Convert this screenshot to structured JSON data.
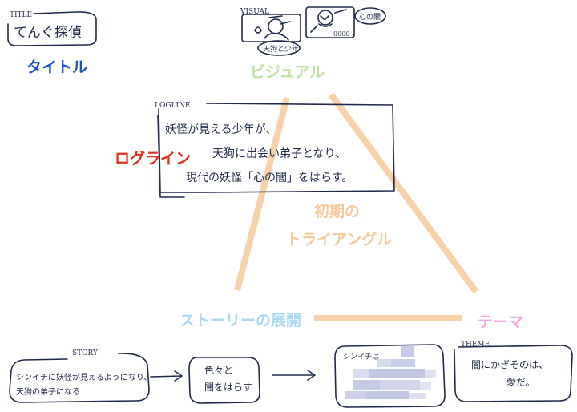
{
  "colors": {
    "title": "#1a4fd6",
    "visual": "#bde3a3",
    "logline": "#e0301e",
    "triangle": "#f6c99a",
    "story_dev": "#a9d8f2",
    "theme": "#f3a7df",
    "ink": "#1f2a4a",
    "blur": "#b7bde0"
  },
  "labels": {
    "title": "タイトル",
    "visual": "ビジュアル",
    "logline": "ログライン",
    "triangle_line1": "初期の",
    "triangle_line2": "トライアングル",
    "story_development": "ストーリーの展開",
    "theme": "テーマ"
  },
  "sketch": {
    "title_tag": "TITLE",
    "title_text": "てんぐ探偵",
    "visual_tag": "VISUAL",
    "visual_caption": "天狗と少年",
    "visual_bubble": "心の闇",
    "logline_tag": "LOGLINE",
    "logline_line1": "妖怪が見える少年が、",
    "logline_line2": "天狗に出会い弟子となり、",
    "logline_line3": "現代の妖怪「心の闇」をはらす。",
    "story_tag": "STORY",
    "story_line1": "シンイチに妖怪が見えるようになり、",
    "story_line2": "天狗の弟子になる",
    "story_box2_line1": "色々と",
    "story_box2_line2": "闇をはらす",
    "story_box3_tag": "シンイチは",
    "theme_tag": "THEME",
    "theme_line1": "闇にかぎそのは、",
    "theme_line2": "愛だ。"
  }
}
